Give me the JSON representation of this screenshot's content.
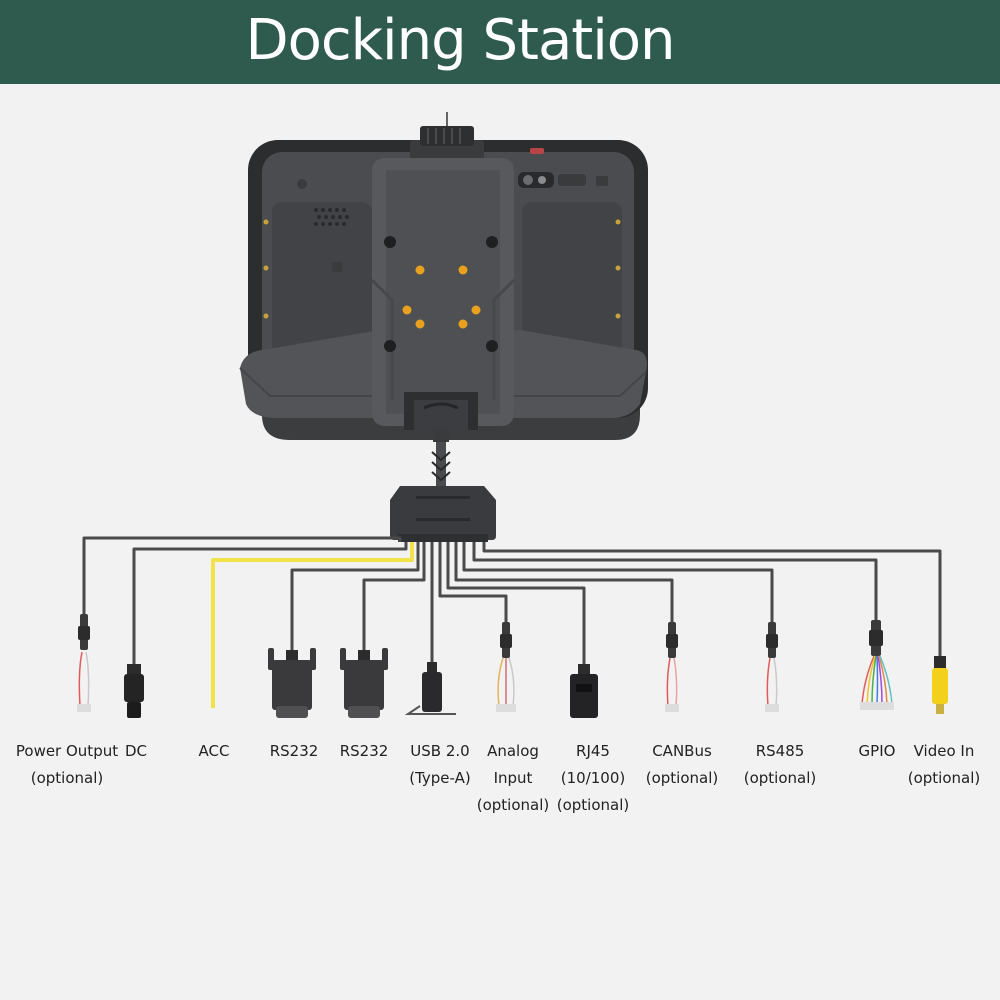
{
  "header": {
    "title": "Docking Station"
  },
  "colors": {
    "header_bg": "#2f5b4f",
    "cable": "#4a4a4a",
    "acc_cable": "#f2e24a",
    "video_connector": "#f3d11a",
    "pogo_pin": "#e8a01e"
  },
  "ports": [
    {
      "line1": "Power Output",
      "line2": "(optional)",
      "line3": "",
      "icon": "bare-wire-connector"
    },
    {
      "line1": "DC",
      "line2": "",
      "line3": "",
      "icon": "dc-barrel-plug"
    },
    {
      "line1": "ACC",
      "line2": "",
      "line3": "",
      "icon": "acc-wire"
    },
    {
      "line1": "RS232",
      "line2": "",
      "line3": "",
      "icon": "db9-connector"
    },
    {
      "line1": "RS232",
      "line2": "",
      "line3": "",
      "icon": "db9-connector"
    },
    {
      "line1": "USB 2.0",
      "line2": "(Type-A)",
      "line3": "",
      "icon": "usb-a-connector"
    },
    {
      "line1": "Analog",
      "line2": "Input",
      "line3": "(optional)",
      "icon": "bare-wire-connector"
    },
    {
      "line1": "RJ45",
      "line2": "(10/100)",
      "line3": "(optional)",
      "icon": "rj45-connector"
    },
    {
      "line1": "CANBus",
      "line2": "(optional)",
      "line3": "",
      "icon": "bare-wire-connector"
    },
    {
      "line1": "RS485",
      "line2": "(optional)",
      "line3": "",
      "icon": "bare-wire-connector"
    },
    {
      "line1": "GPIO",
      "line2": "",
      "line3": "",
      "icon": "multi-wire-connector"
    },
    {
      "line1": "Video In",
      "line2": "(optional)",
      "line3": "",
      "icon": "rca-connector"
    }
  ]
}
